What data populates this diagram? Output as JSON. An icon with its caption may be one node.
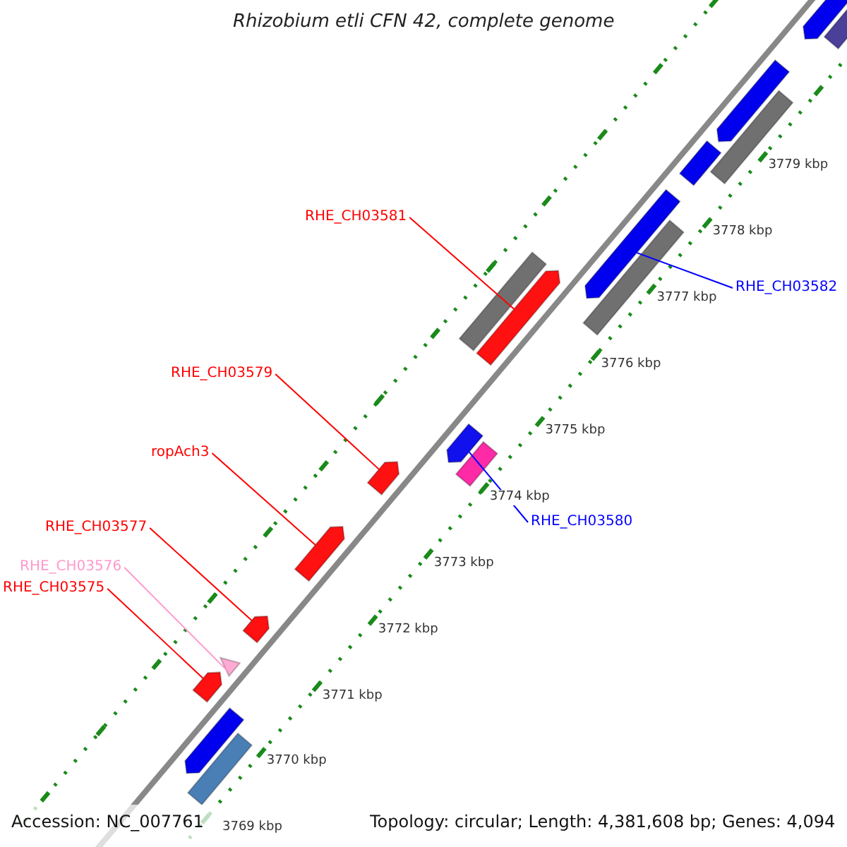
{
  "diagram": {
    "title": "Rhizobium etli CFN 42, complete genome",
    "nodes": [
      {
        "text": [
          "RHE_CH03581"
        ]
      },
      {
        "text": [],
        "shape": "arrow"
      },
      {
        "text": [
          "RHE_CH03582"
        ]
      },
      {
        "text": [],
        "shape": "arrow"
      },
      {
        "text": [
          "RHE_CH03579"
        ]
      },
      {
        "text": [],
        "shape": "arrow"
      },
      {
        "text": [
          "ropAch3"
        ]
      },
      {
        "text": [],
        "shape": "arrow"
      },
      {
        "text": [
          "RHE_CH03580"
        ]
      },
      {
        "text": [],
        "shape": "arrow"
      },
      {
        "text": [
          "RHE_CH03577"
        ]
      },
      {
        "text": [],
        "shape": "arrow"
      },
      {
        "text": [
          "RHE_CH03576"
        ]
      },
      {
        "text": [],
        "shape": "triangle"
      },
      {
        "text": [
          "RHE_CH03575"
        ]
      },
      {
        "text": [],
        "shape": "arrow"
      },
      {
        "text": [],
        "shape": "arrow"
      },
      {
        "text": [],
        "shape": "bar"
      },
      {
        "text": [],
        "shape": "arrow"
      },
      {
        "text": [],
        "shape": "arrow"
      },
      {
        "text": [],
        "shape": "bar"
      },
      {
        "text": [],
        "shape": "bar"
      },
      {
        "text": [],
        "shape": "bar"
      },
      {
        "text": [],
        "shape": "bar"
      },
      {
        "text": [],
        "shape": "arrow"
      },
      {
        "text": [],
        "shape": "arrow"
      }
    ],
    "edges": [
      {
        "from": 0,
        "to": 1,
        "arrow": "none"
      },
      {
        "from": 2,
        "to": 3,
        "arrow": "none",
        "color": "#0000ff"
      },
      {
        "from": 4,
        "to": 5,
        "arrow": "none"
      },
      {
        "from": 6,
        "to": 7,
        "arrow": "none"
      },
      {
        "from": 8,
        "to": 9,
        "arrow": "none",
        "color": "#0000ff"
      },
      {
        "from": 10,
        "to": 11,
        "arrow": "none"
      },
      {
        "from": 12,
        "to": 13,
        "arrow": "none",
        "color": "#ff99cc"
      },
      {
        "from": 14,
        "to": 15,
        "arrow": "none"
      }
    ],
    "labels": [
      "3779 kbp",
      "3778 kbp",
      "3777 kbp",
      "3776 kbp",
      "3775 kbp",
      "3774 kbp",
      "3773 kbp",
      "3772 kbp",
      "3771 kbp",
      "3770 kbp",
      "3769 kbp",
      "Accession: NC_007761",
      "Topology: circular; Length: 4,381,608 bp; Genes: 4,094"
    ]
  }
}
